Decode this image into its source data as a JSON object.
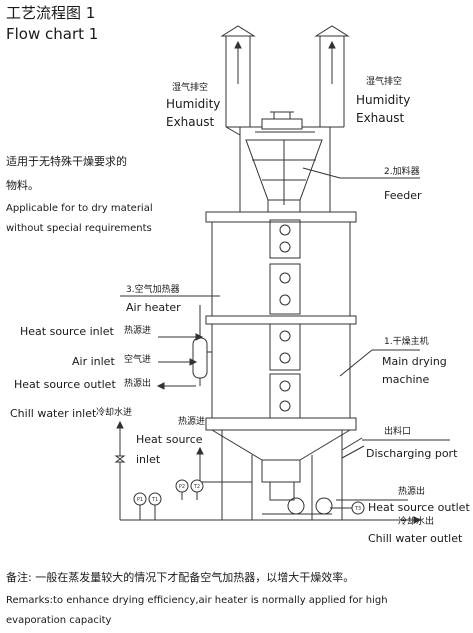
{
  "title": {
    "cn": "工艺流程图 1",
    "en": "Flow chart 1"
  },
  "exhaust_left": {
    "cn": "湿气排空",
    "en1": "Humidity",
    "en2": "Exhaust"
  },
  "exhaust_right": {
    "cn": "湿气排空",
    "en1": "Humidity",
    "en2": "Exhaust"
  },
  "applicable": {
    "cn1": "适用于无特殊干燥要求的",
    "cn2": "物料。",
    "en1": "Applicable for to dry material",
    "en2": "without special requirements"
  },
  "feeder": {
    "cn": "2.加料器",
    "en": "Feeder"
  },
  "air_heater": {
    "cn": "3.空气加热器",
    "en": "Air heater"
  },
  "main_drying": {
    "cn": "1.干燥主机",
    "en1": "Main drying",
    "en2": "machine"
  },
  "inlets": {
    "heat_inlet_en": "Heat source inlet",
    "heat_inlet_cn": "热源进",
    "air_inlet_en": "Air inlet",
    "air_inlet_cn": "空气进",
    "heat_outlet_en": "Heat source outlet",
    "heat_outlet_cn": "热源出",
    "chill_inlet_en": "Chill water inlet",
    "chill_inlet_cn": "冷却水进"
  },
  "bottom_heat": {
    "cn": "热源进",
    "en1": "Heat",
    "en2": "source",
    "en3": "inlet"
  },
  "discharging": {
    "cn": "出料口",
    "en": "Discharging port"
  },
  "heat_outlet_right": {
    "cn": "热源出",
    "en": "Heat source outlet"
  },
  "chill_outlet": {
    "cn": "冷却水出",
    "en": "Chill water outlet"
  },
  "instruments": {
    "p1": "P1",
    "t1": "T1",
    "p2": "P2",
    "t2": "T2",
    "t3": "T3"
  },
  "remarks": {
    "cn": "备注: 一般在蒸发量较大的情况下才配备空气加热器，以增大干燥效率。",
    "en1": "Remarks:to enhance drying efficiency,air heater is normally applied for high",
    "en2": "evaporation capacity"
  }
}
